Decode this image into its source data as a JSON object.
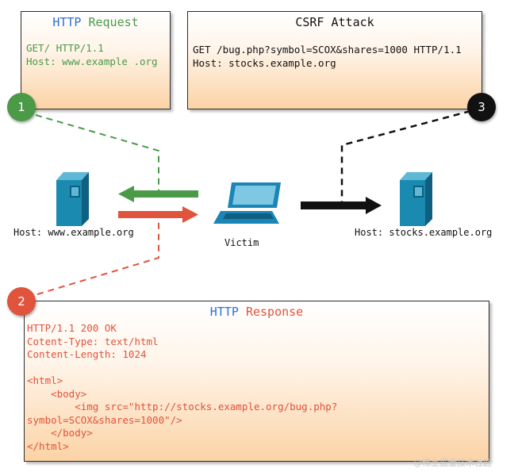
{
  "request": {
    "title_http": "HTTP",
    "title_word": "Request",
    "lines": "GET/ HTTP/1.1\nHost: www.example .org"
  },
  "csrf": {
    "title": "CSRF Attack",
    "lines": "GET /bug.php?symbol=SCOX&shares=1000 HTTP/1.1\nHost: stocks.example.org"
  },
  "response": {
    "title_http": "HTTP",
    "title_word": "Response",
    "lines": "HTTP/1.1 200 OK\nCotent-Type: text/html\nContent-Length: 1024\n\n<html>\n    <body>\n        <img src=\"http://stocks.example.org/bug.php?\nsymbol=SCOX&shares=1000\"/>\n    </body>\n</html>"
  },
  "badges": {
    "one": "1",
    "two": "2",
    "three": "3"
  },
  "labels": {
    "host_left": "Host: www.example.org",
    "victim": "Victim",
    "host_right": "Host: stocks.example.org"
  },
  "watermark": "@稀土掘金技术社区",
  "colors": {
    "green": "#4a9a48",
    "red": "#e0533c",
    "blue": "#2c6fd6",
    "server_teal": "#1a8ab0",
    "laptop_blue": "#1b85b8"
  },
  "icons": [
    "server-icon",
    "laptop-icon"
  ]
}
